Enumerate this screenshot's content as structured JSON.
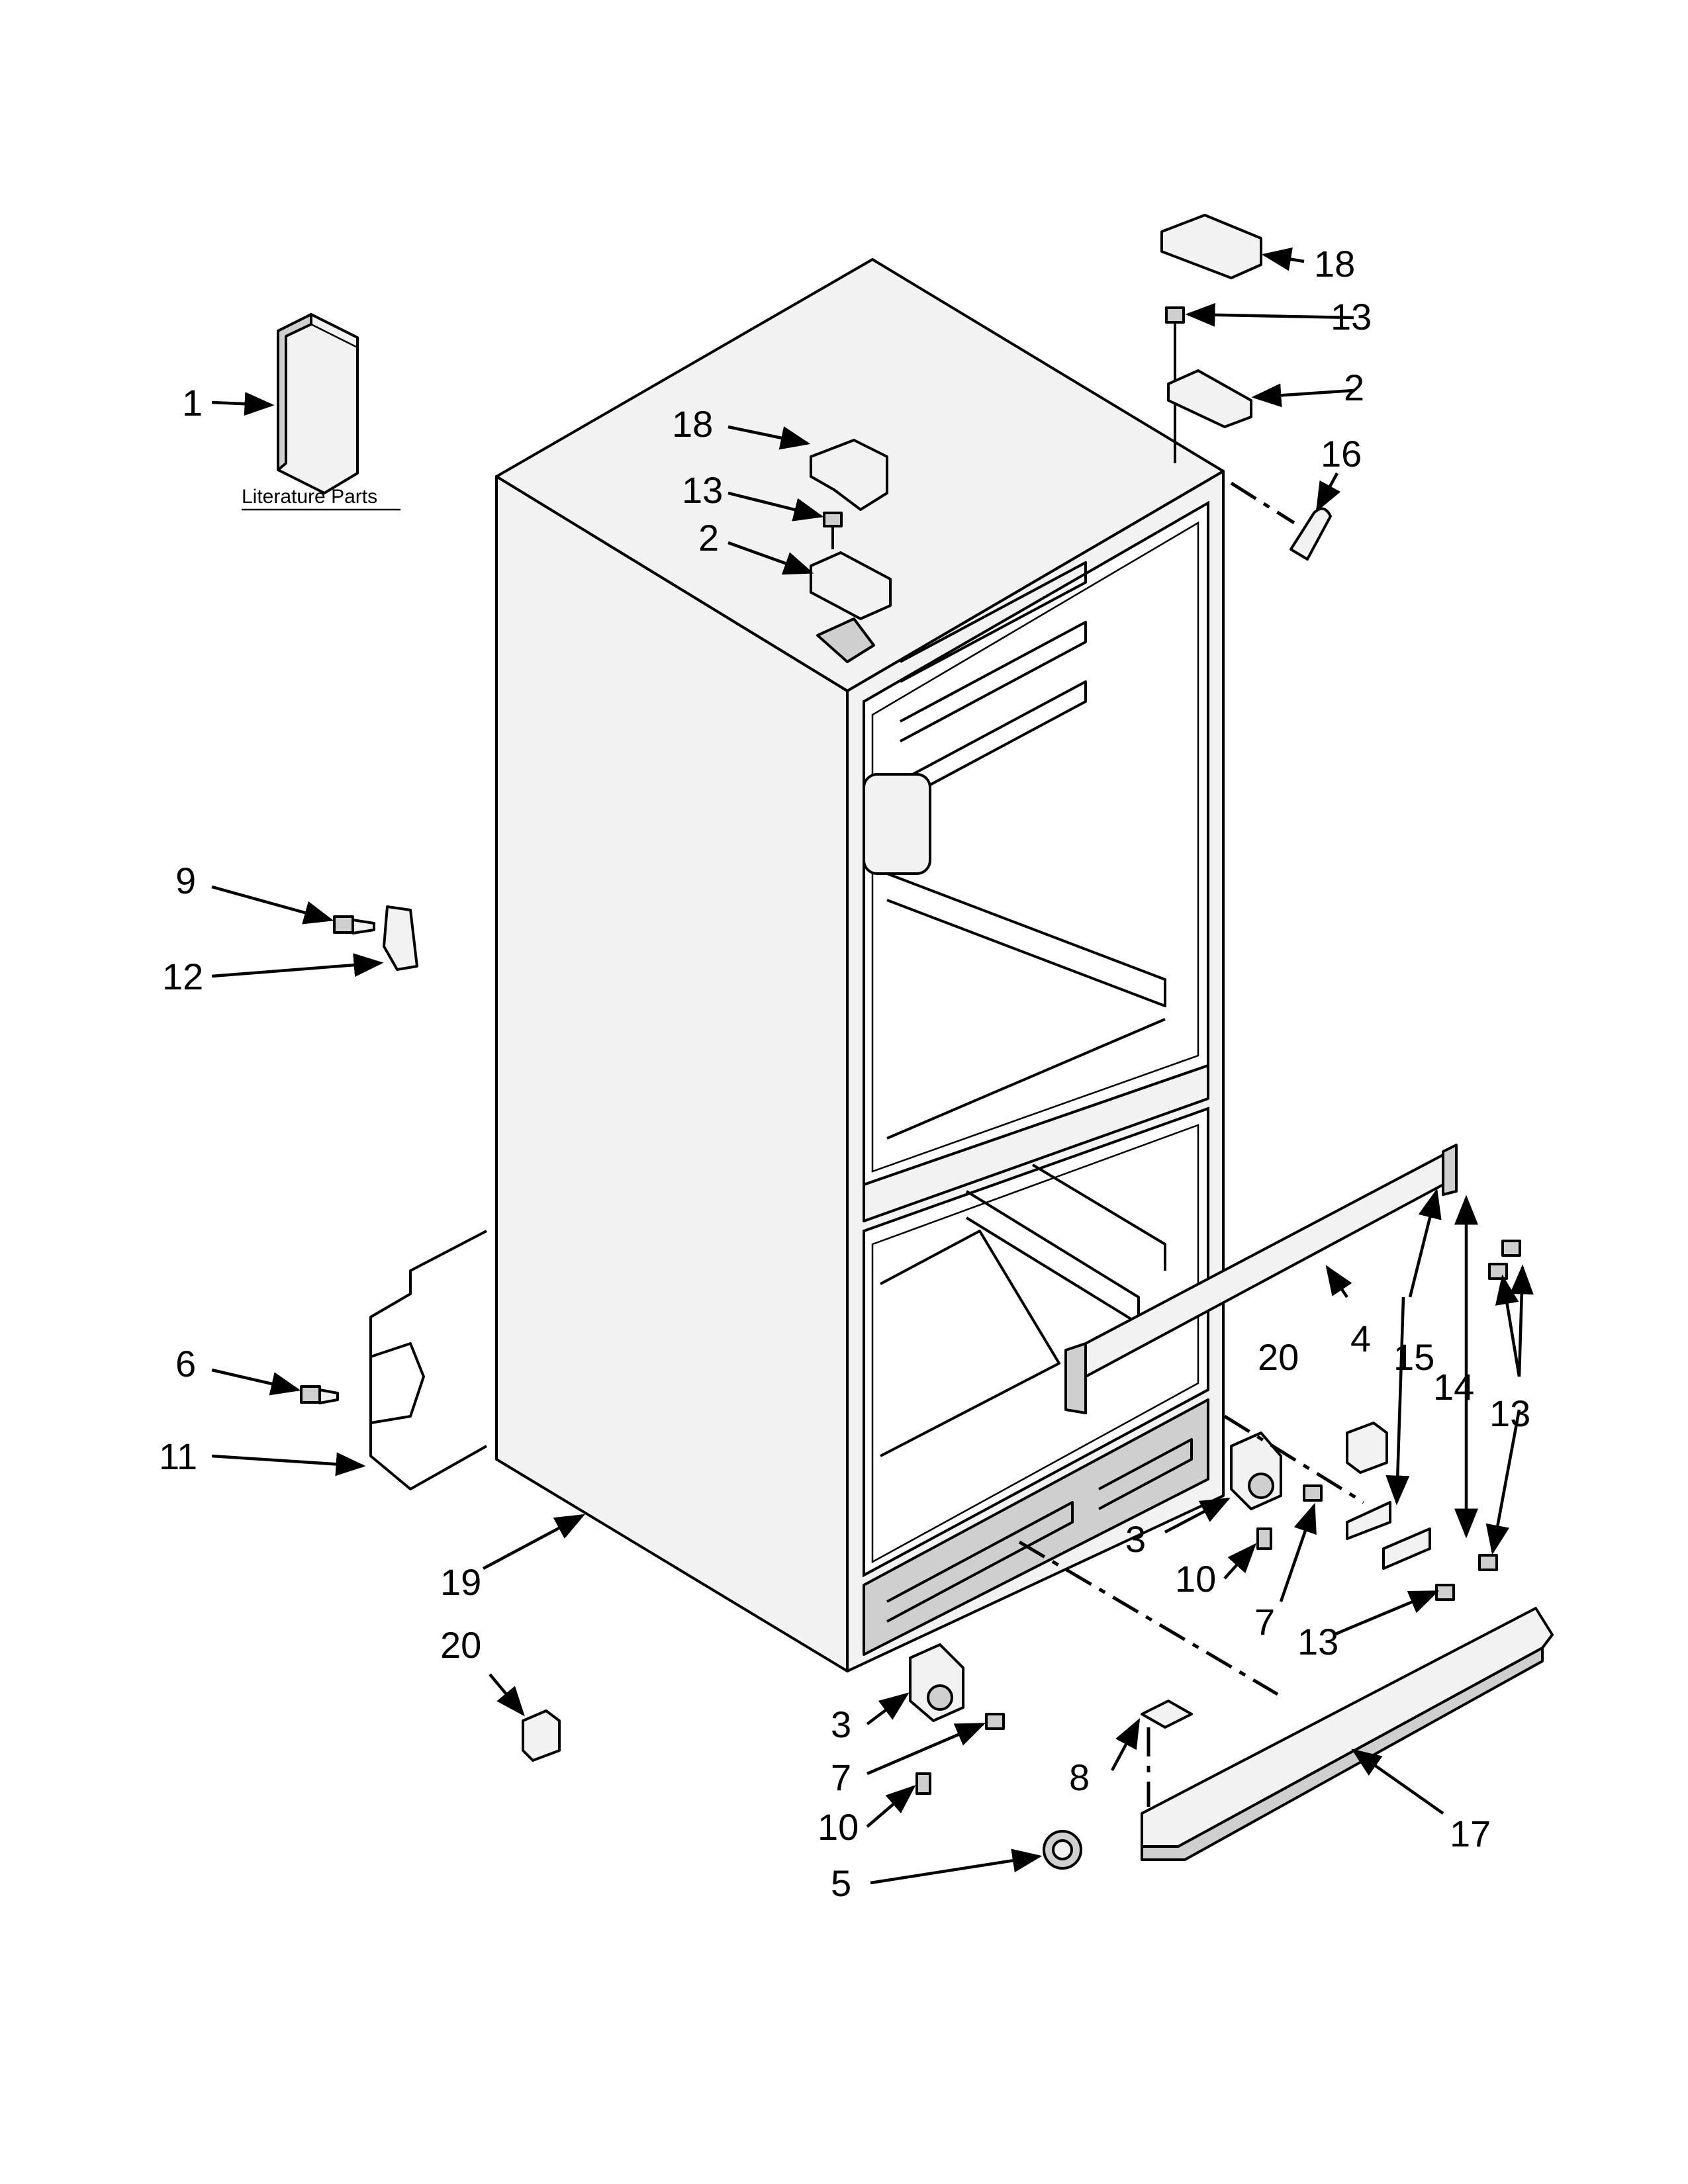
{
  "literature_label": "Literature Parts",
  "callouts": [
    {
      "id": "c1",
      "text": "1"
    },
    {
      "id": "c2a",
      "text": "2"
    },
    {
      "id": "c2b",
      "text": "2"
    },
    {
      "id": "c3a",
      "text": "3"
    },
    {
      "id": "c3b",
      "text": "3"
    },
    {
      "id": "c4",
      "text": "4"
    },
    {
      "id": "c5",
      "text": "5"
    },
    {
      "id": "c6",
      "text": "6"
    },
    {
      "id": "c7a",
      "text": "7"
    },
    {
      "id": "c7b",
      "text": "7"
    },
    {
      "id": "c8",
      "text": "8"
    },
    {
      "id": "c9",
      "text": "9"
    },
    {
      "id": "c10a",
      "text": "10"
    },
    {
      "id": "c10b",
      "text": "10"
    },
    {
      "id": "c11",
      "text": "11"
    },
    {
      "id": "c12",
      "text": "12"
    },
    {
      "id": "c13a",
      "text": "13"
    },
    {
      "id": "c13b",
      "text": "13"
    },
    {
      "id": "c13c",
      "text": "13"
    },
    {
      "id": "c13d",
      "text": "13"
    },
    {
      "id": "c14",
      "text": "14"
    },
    {
      "id": "c15",
      "text": "15"
    },
    {
      "id": "c16",
      "text": "16"
    },
    {
      "id": "c17",
      "text": "17"
    },
    {
      "id": "c18a",
      "text": "18"
    },
    {
      "id": "c18b",
      "text": "18"
    },
    {
      "id": "c19",
      "text": "19"
    },
    {
      "id": "c20a",
      "text": "20"
    },
    {
      "id": "c20b",
      "text": "20"
    }
  ]
}
